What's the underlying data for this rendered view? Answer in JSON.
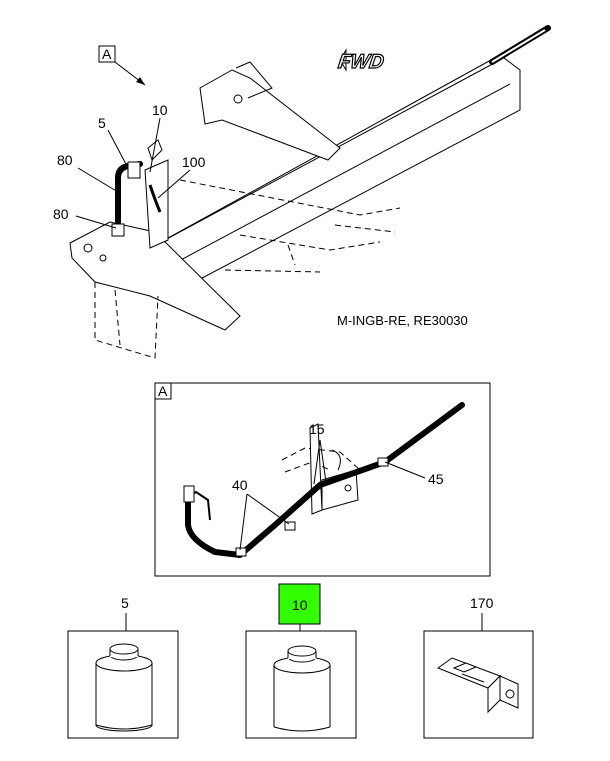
{
  "main_view": {
    "view_tag": "A",
    "fwd_label": "FWD",
    "callouts": {
      "c10": "10",
      "c5": "5",
      "c80_top": "80",
      "c100": "100",
      "c80_bottom": "80"
    },
    "reference_code": "M-INGB-RE, RE30030"
  },
  "detail_view": {
    "view_tag": "A",
    "callouts": {
      "c15": "15",
      "c40": "40",
      "c45": "45"
    }
  },
  "parts": [
    {
      "number": "5",
      "highlighted": false,
      "icon": "adhesive-can-icon"
    },
    {
      "number": "10",
      "highlighted": true,
      "icon": "adhesive-can-icon"
    },
    {
      "number": "170",
      "highlighted": false,
      "icon": "bracket-clip-icon"
    }
  ],
  "colors": {
    "highlight": "#33ff00",
    "line": "#000000",
    "background": "#ffffff"
  }
}
